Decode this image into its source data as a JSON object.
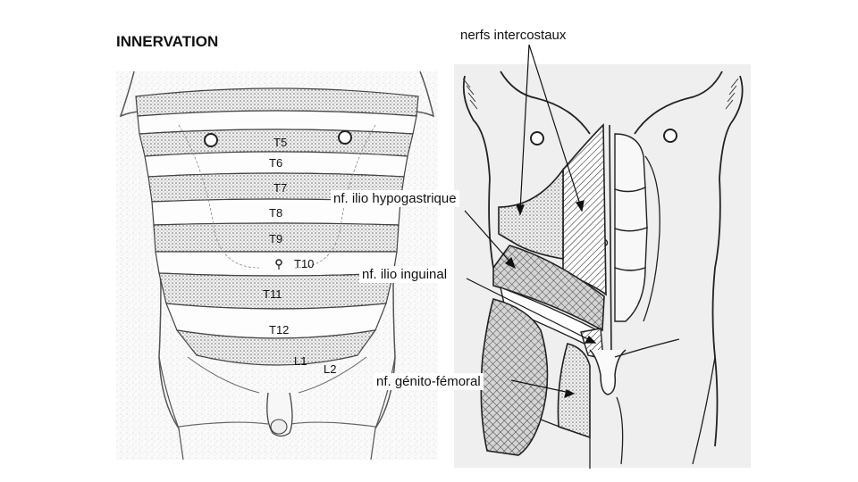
{
  "title": "INNERVATION",
  "dermatomes": [
    {
      "label": "T5"
    },
    {
      "label": "T6"
    },
    {
      "label": "T7"
    },
    {
      "label": "T8"
    },
    {
      "label": "T9"
    },
    {
      "label": "T10"
    },
    {
      "label": "T11"
    },
    {
      "label": "T12"
    },
    {
      "label": "L1"
    },
    {
      "label": "L2"
    }
  ],
  "callouts": {
    "intercostal": "nerfs intercostaux",
    "iliohypogastric": "nf. ilio hypogastrique",
    "ilioinguinal": "nf. ilio inguinal",
    "genitofemoral": "nf. génito-fémoral"
  }
}
